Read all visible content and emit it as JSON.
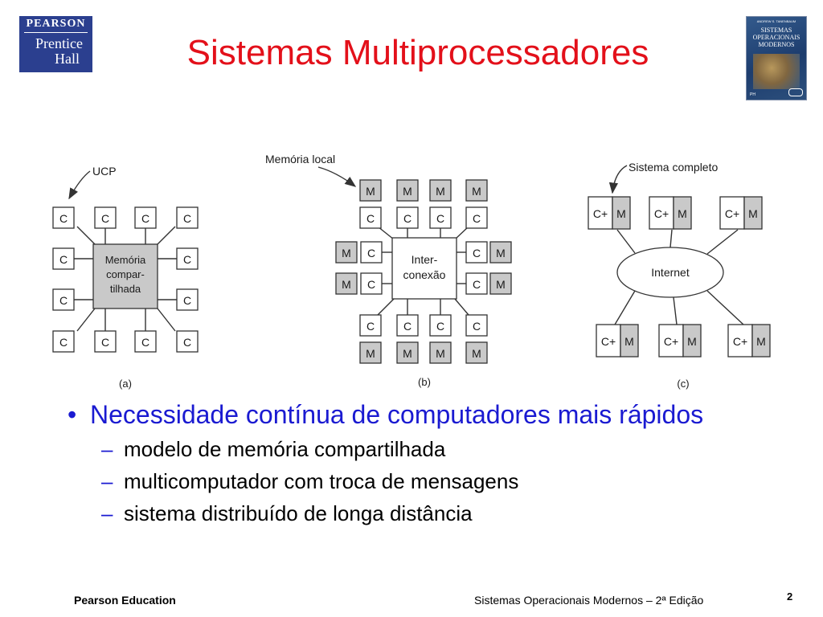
{
  "slide": {
    "title": "Sistemas Multiprocessadores",
    "logo": {
      "brand": "PEARSON",
      "line2": "Prentice",
      "line3": "Hall"
    },
    "book_cover": {
      "author": "ANDREW S. TANENBAUM",
      "title_lines": [
        "SISTEMAS",
        "OPERACIONAIS",
        "MODERNOS"
      ],
      "publisher_mark": "PH"
    }
  },
  "diagram": {
    "panel_a": {
      "caption": "(a)",
      "pointer_label": "UCP",
      "cpu_label": "C",
      "memory_lines": [
        "Memória",
        "compar-",
        "tilhada"
      ]
    },
    "panel_b": {
      "caption": "(b)",
      "pointer_label": "Memória local",
      "cpu_label": "C",
      "mem_label": "M",
      "interconnect_lines": [
        "Inter-",
        "conexão"
      ]
    },
    "panel_c": {
      "caption": "(c)",
      "pointer_label": "Sistema completo",
      "node_cpu": "C+",
      "node_mem": "M",
      "network_label": "Internet"
    }
  },
  "bullets": {
    "main": "Necessidade contínua de computadores mais rápidos",
    "subs": [
      "modelo de memória compartilhada",
      "multicomputador com troca de mensagens",
      "sistema distribuído de longa distância"
    ]
  },
  "footer": {
    "left": "Pearson Education",
    "right": "Sistemas Operacionais Modernos – 2ª Edição",
    "page": "2"
  }
}
